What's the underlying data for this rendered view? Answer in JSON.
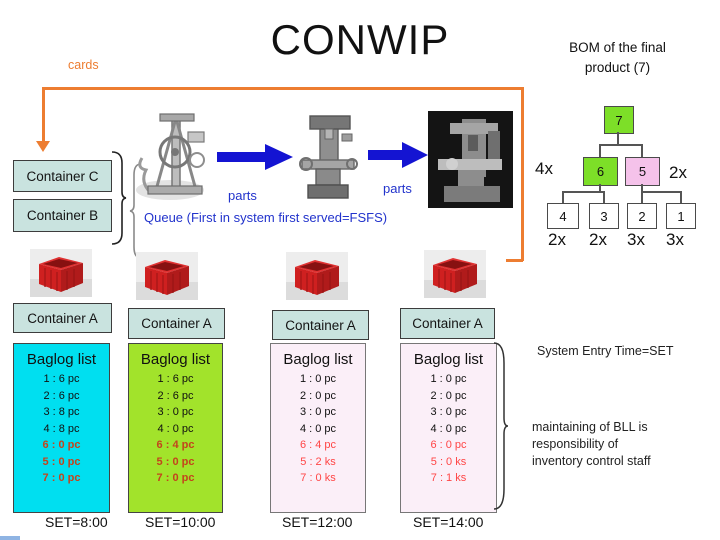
{
  "slide": {
    "title": "CONWIP"
  },
  "cards_label": "cards",
  "bom": {
    "title_line1": "BOM of the final",
    "title_line2": "product (7)",
    "node7": "7",
    "node6": "6",
    "node5": "5",
    "node4": "4",
    "node3": "3",
    "node2": "2",
    "node1": "1",
    "mult_left": "4x",
    "mult_right": "2x",
    "mult_b1": "2x",
    "mult_b2": "2x",
    "mult_b3": "3x",
    "mult_b4": "3x"
  },
  "flow": {
    "parts1": "parts",
    "parts2": "parts",
    "queue": "Queue (First in system first served=FSFS)"
  },
  "wip": {
    "container_c": "Container C",
    "container_b": "Container B"
  },
  "stations": [
    {
      "container": "Container A",
      "list_title": "Baglog list",
      "items": [
        "1 : 6 pc",
        "2 : 6 pc",
        "3 : 8 pc",
        "4 : 8 pc",
        "6 : 0 pc",
        "5 : 0 pc",
        "7 : 0 pc"
      ],
      "set": "SET=8:00"
    },
    {
      "container": "Container A",
      "list_title": "Baglog list",
      "items": [
        "1 : 6 pc",
        "2 : 6 pc",
        "3 : 0 pc",
        "4 : 0 pc",
        "6 : 4 pc",
        "5 : 0 pc",
        "7 : 0 pc"
      ],
      "set": "SET=10:00"
    },
    {
      "container": "Container A",
      "list_title": "Baglog list",
      "items": [
        "1 : 0 pc",
        "2 : 0 pc",
        "3 : 0 pc",
        "4 : 0 pc",
        "6 : 4 pc",
        "5 : 2 ks",
        "7 : 0 ks"
      ],
      "set": "SET=12:00"
    },
    {
      "container": "Container A",
      "list_title": "Baglog list",
      "items": [
        "1 : 0 pc",
        "2 : 0 pc",
        "3 : 0 pc",
        "4 : 0 pc",
        "6 : 0 pc",
        "5 : 0 ks",
        "7 : 1 ks"
      ],
      "set": "SET=14:00"
    }
  ],
  "notes": {
    "system_entry": "System Entry Time=SET",
    "maintaining_line1": "maintaining of BLL is",
    "maintaining_line2": "responsibility of",
    "maintaining_line3": "inventory control staff"
  },
  "colors": {
    "accent_orange": "#ED7D31",
    "arrow_blue": "#1414d2",
    "flow_text_blue": "#2233cc",
    "container_label_fill": "#c9e3df",
    "list1_fill": "#00dff0",
    "list2_fill": "#a2e32b",
    "list34_fill": "#fbeff8",
    "bom_green": "#7ddf28",
    "bom_pink": "#f5c2ea",
    "red_brick": "#c3441c",
    "red_bright": "#ff4545"
  }
}
